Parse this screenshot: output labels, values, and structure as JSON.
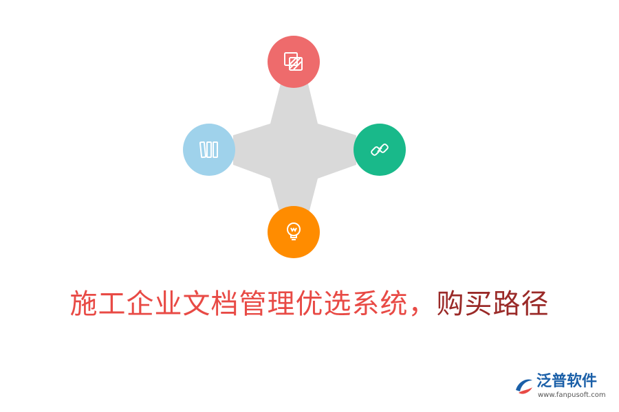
{
  "title": {
    "part1": "施工企业文档管理优选系统，",
    "part2": "购买路径",
    "color1": "#e84a45",
    "color2": "#9a2a28"
  },
  "colors": {
    "connector": "#d9d9d9",
    "node_top": "#ee6b6c",
    "node_left": "#9fd2eb",
    "node_right": "#19b98a",
    "node_bottom": "#ff8c00",
    "icon": "#ffffff"
  },
  "nodes": [
    {
      "id": "top",
      "icon": "stacked-squares-icon"
    },
    {
      "id": "left",
      "icon": "books-icon"
    },
    {
      "id": "right",
      "icon": "link-icon"
    },
    {
      "id": "bottom",
      "icon": "lightbulb-icon"
    }
  ],
  "logo": {
    "name": "泛普软件",
    "url": "www.fanpusoft.com",
    "name_color": "#1a5fa8",
    "url_color": "#555555",
    "mark_color": "#1a5fa8",
    "mark_accent": "#e84a45"
  }
}
